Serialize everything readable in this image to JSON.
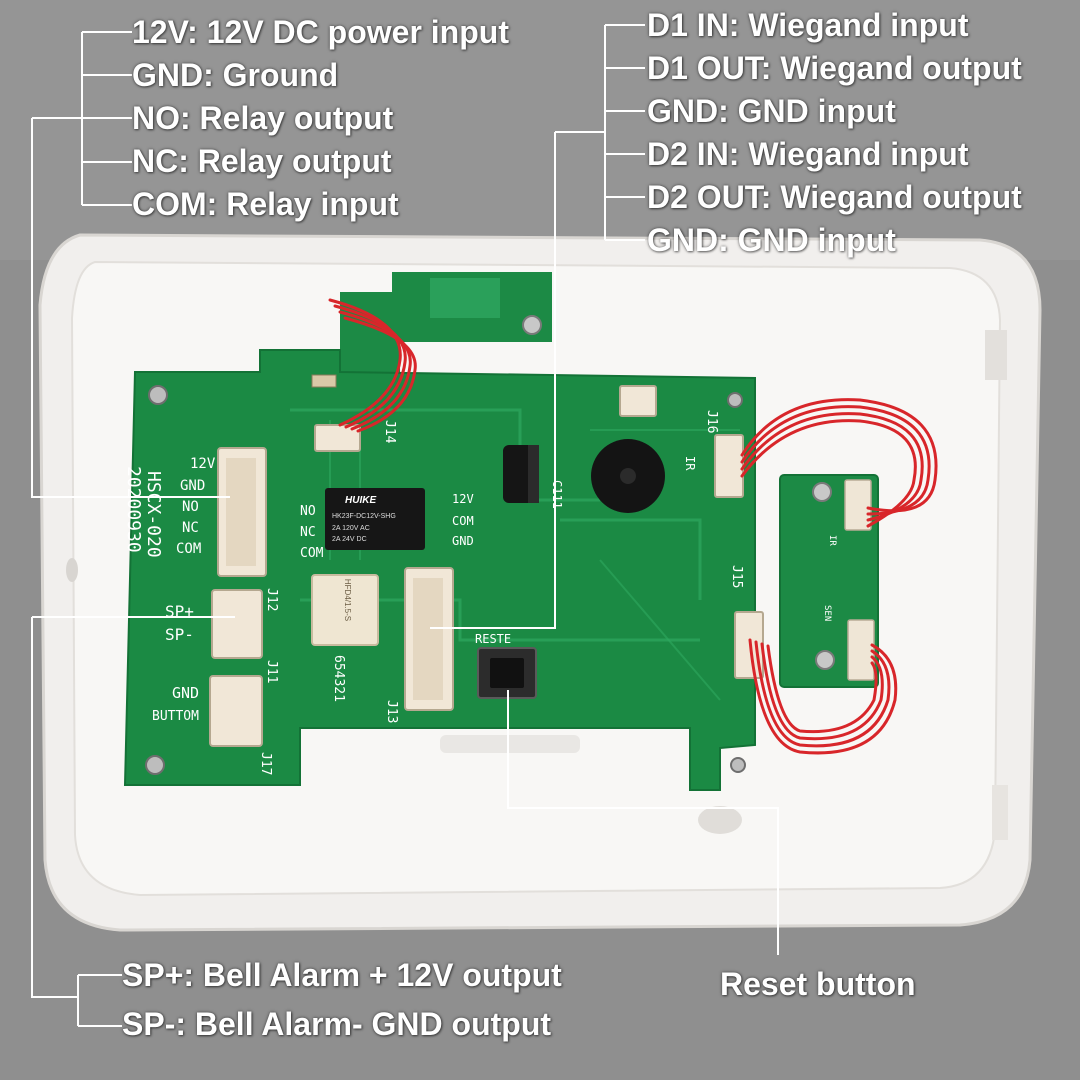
{
  "colors": {
    "background": "#8e8e8e",
    "housing": "#f3f1ef",
    "pcb": "#1c8a45",
    "connector": "#f0e6d6",
    "wire": "#d8262a",
    "callout_text": "#ffffff",
    "callout_line": "#ffffff"
  },
  "callouts": {
    "power_group": [
      "12V: 12V DC power input",
      "GND: Ground",
      "NO: Relay output",
      "NC: Relay output",
      "COM: Relay input"
    ],
    "wiegand_group": [
      "D1 IN: Wiegand input",
      "D1 OUT: Wiegand output",
      "GND: GND input",
      "D2 IN: Wiegand input",
      "D2 OUT: Wiegand output",
      "GND: GND input"
    ],
    "alarm_group": [
      "SP+: Bell Alarm + 12V output",
      "SP-: Bell Alarm- GND output"
    ],
    "reset": "Reset button"
  },
  "board": {
    "model": "HSCX-020",
    "date": "20200930",
    "terminal_labels": [
      "12V",
      "GND",
      "NO",
      "NC",
      "COM"
    ],
    "terminal_labels_mirror": [
      "NO",
      "NC",
      "COM"
    ],
    "relay_side_labels": [
      "12V",
      "COM",
      "GND"
    ],
    "sp_labels": [
      "SP+",
      "SP-"
    ],
    "button_labels": [
      "GND",
      "BUTTOM"
    ],
    "relay_small_text": [
      "HUIKE",
      "HK23F-DC12V-SHG",
      "2A 120V AC",
      "2A 24V DC"
    ],
    "relay2_text": [
      "HFD4/1.5-S"
    ],
    "connectors": {
      "j11": "J11",
      "j12": "J12",
      "j13": "J13",
      "j14": "J14",
      "j15": "J15",
      "j16": "J16",
      "j17": "J17"
    },
    "reset_label": "RESTE",
    "ir_label": "IR",
    "sen_label": "SEN",
    "capacitor_label": "C111",
    "pin_numbers": "654321"
  }
}
